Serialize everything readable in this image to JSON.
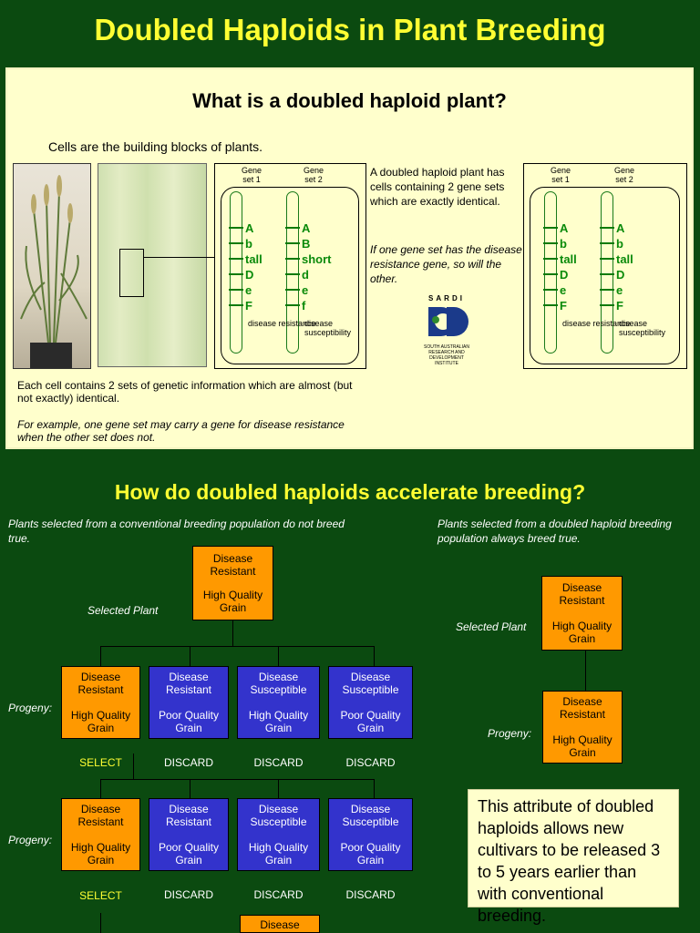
{
  "title": "Doubled Haploids in Plant Breeding",
  "panel": {
    "question": "What is a doubled haploid plant?",
    "cells_intro": "Cells are the building blocks of plants.",
    "each_cell": "Each cell contains 2 sets of genetic information which are almost (but not exactly) identical.",
    "example": "For example, one gene set may carry a gene for disease resistance when the other set does not.",
    "dh_desc": "A doubled haploid plant has cells containing 2 gene sets which are exactly identical.",
    "dh_if": "If one gene set has the disease resistance gene, so will the other.",
    "logo_text": "SARDI",
    "logo_sub": "SOUTH AUSTRALIAN RESEARCH AND DEVELOPMENT INSTITUTE",
    "left_genes": {
      "set1_label": "Gene set 1",
      "set2_label": "Gene set 2",
      "set1": [
        "A",
        "b",
        "tall",
        "D",
        "e",
        "F"
      ],
      "set2": [
        "A",
        "B",
        "short",
        "d",
        "e",
        "f"
      ],
      "set1_note": "disease resistance",
      "set2_note": "disease susceptibility"
    },
    "right_genes": {
      "set1_label": "Gene set 1",
      "set2_label": "Gene set 2",
      "set1": [
        "A",
        "b",
        "tall",
        "D",
        "e",
        "F"
      ],
      "set2": [
        "A",
        "b",
        "tall",
        "D",
        "e",
        "F"
      ],
      "set1_note": "disease resistance",
      "set2_note": "disease susceptibility"
    }
  },
  "section2": {
    "heading": "How do doubled haploids accelerate breeding?",
    "left_note": "Plants selected from a conventional breeding population do not breed true.",
    "right_note": "Plants selected from a doubled haploid breeding population always breed true.",
    "selected_plant": "Selected Plant",
    "progeny": "Progeny:",
    "select": "SELECT",
    "discard": "DISCARD",
    "box_dr": "Disease Resistant",
    "box_ds": "Disease Susceptible",
    "box_hq": "High Quality Grain",
    "box_pq": "Poor Quality Grain",
    "box_disease_partial": "Disease",
    "callout": "This attribute of doubled haploids allows new cultivars to be released 3 to 5 years earlier than with conventional breeding."
  },
  "colors": {
    "background": "#0b4a10",
    "title": "#ffff33",
    "panel": "#ffffcc",
    "orange": "#ff9900",
    "blue": "#3333cc",
    "allele": "#0a8a0a"
  }
}
